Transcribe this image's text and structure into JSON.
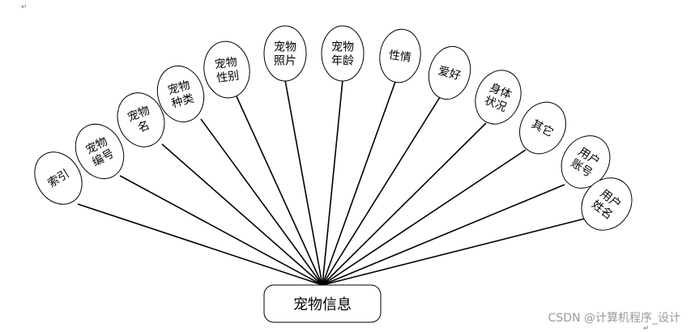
{
  "diagram": {
    "entity": "宠物信息",
    "attributes": [
      [
        "索引"
      ],
      [
        "宠物",
        "编号"
      ],
      [
        "宠物",
        "名"
      ],
      [
        "宠物",
        "种类"
      ],
      [
        "宠物",
        "性别"
      ],
      [
        "宠物",
        "照片"
      ],
      [
        "宠物",
        "年龄"
      ],
      [
        "性情"
      ],
      [
        "爱好"
      ],
      [
        "身体",
        "状况"
      ],
      [
        "其它"
      ],
      [
        "用户",
        "账号"
      ],
      [
        "用户",
        "姓名"
      ]
    ],
    "paragraph_mark": "↵"
  },
  "watermark": "CSDN @计算机程序_设计"
}
